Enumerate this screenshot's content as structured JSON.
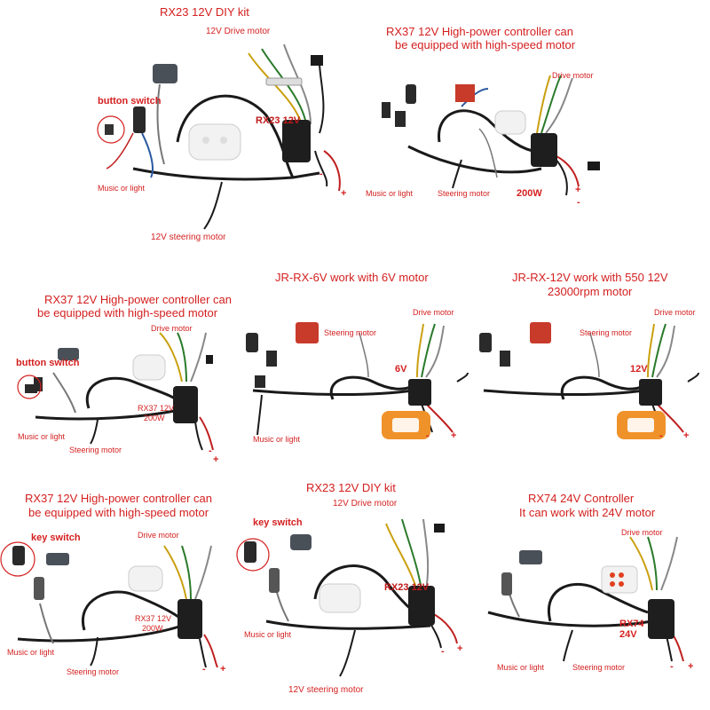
{
  "colors": {
    "label_red": "#d42020",
    "cable": "#1a1a1a",
    "remote_white": "#f2f2f2",
    "remote_orange": "#f0922a",
    "switch_red": "#c83a2a"
  },
  "icons": [
    "controller-box-icon",
    "remote-control-icon",
    "button-switch-icon",
    "key-switch-icon",
    "red-switch-icon",
    "wiring-harness-icon"
  ],
  "p1": {
    "title": "RX23 12V DIY kit",
    "drive": "12V Drive motor",
    "button_switch": "button switch",
    "model": "RX23 12V",
    "music": "Music or light",
    "steering": "12V steering motor",
    "minus": "-",
    "plus": "+"
  },
  "p2": {
    "title1": "RX37 12V High-power controller can",
    "title2": "be equipped with high-speed motor",
    "drive": "Drive motor",
    "music": "Music or light",
    "steering": "Steering motor",
    "power": "200W",
    "minus": "-",
    "plus": "+"
  },
  "p3": {
    "title1": "RX37 12V High-power controller can",
    "title2": "be equipped with high-speed motor",
    "drive": "Drive motor",
    "button_switch": "button switch",
    "model1": "RX37 12V",
    "model2": "200W",
    "music": "Music or light",
    "steering": "Steering motor",
    "minus": "-",
    "plus": "+"
  },
  "p4": {
    "title": "JR-RX-6V work with 6V motor",
    "drive": "Drive motor",
    "steering": "Steering motor",
    "voltage": "6V",
    "music": "Music or light",
    "minus": "-",
    "plus": "+"
  },
  "p5": {
    "title1": "JR-RX-12V work with 550 12V",
    "title2": "23000rpm motor",
    "drive": "Drive motor",
    "steering": "Steering motor",
    "voltage": "12V",
    "minus": "-",
    "plus": "+"
  },
  "p6": {
    "title1": "RX37 12V High-power controller can",
    "title2": "be equipped with high-speed motor",
    "key_switch": "key switch",
    "drive": "Drive motor",
    "model1": "RX37 12V",
    "model2": "200W",
    "music": "Music or light",
    "steering": "Steering motor",
    "minus": "-",
    "plus": "+"
  },
  "p7": {
    "title": "RX23 12V DIY kit",
    "drive": "12V Drive motor",
    "key_switch": "key switch",
    "model": "RX23 12V",
    "music": "Music or light",
    "steering": "12V steering motor",
    "minus": "-",
    "plus": "+"
  },
  "p8": {
    "title1": "RX74 24V Controller",
    "title2": "It can work with 24V motor",
    "drive": "Drive motor",
    "model1": "RX74",
    "model2": "24V",
    "music": "Music or light",
    "steering": "Steering motor",
    "minus": "-",
    "plus": "+"
  }
}
